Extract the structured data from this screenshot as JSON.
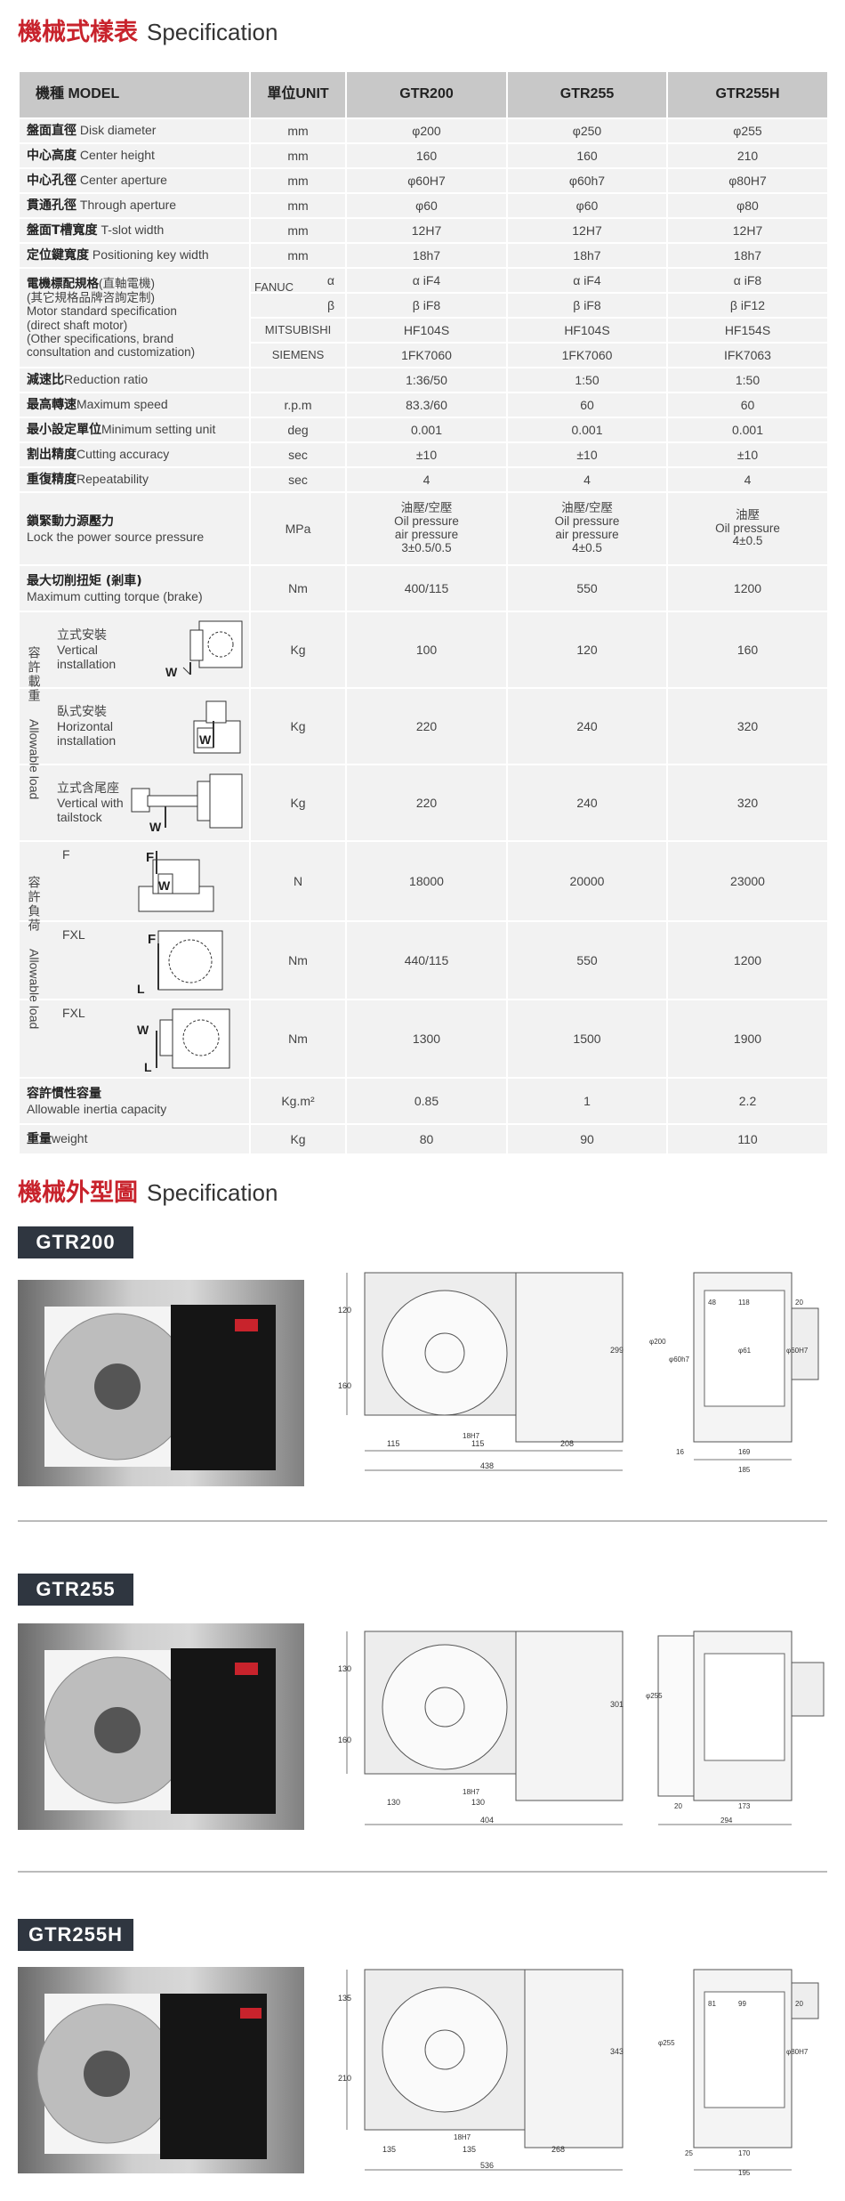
{
  "spec": {
    "title_zh": "機械式樣表",
    "title_en": "Specification",
    "headers": {
      "model_zh": "機種",
      "model_en": "MODEL",
      "unit": "單位UNIT",
      "m1": "GTR200",
      "m2": "GTR255",
      "m3": "GTR255H"
    },
    "rows": [
      {
        "zh": "盤面直徑",
        "en": "Disk diameter",
        "unit": "mm",
        "v1": "φ200",
        "v2": "φ250",
        "v3": "φ255"
      },
      {
        "zh": "中心高度",
        "en": "Center height",
        "unit": "mm",
        "v1": "160",
        "v2": "160",
        "v3": "210"
      },
      {
        "zh": "中心孔徑",
        "en": "Center aperture",
        "unit": "mm",
        "v1": "φ60H7",
        "v2": "φ60h7",
        "v3": "φ80H7"
      },
      {
        "zh": "貫通孔徑",
        "en": "Through aperture",
        "unit": "mm",
        "v1": "φ60",
        "v2": "φ60",
        "v3": "φ80"
      },
      {
        "zh": "盤面T槽寬度",
        "en": "T-slot width",
        "unit": "mm",
        "v1": "12H7",
        "v2": "12H7",
        "v3": "12H7"
      },
      {
        "zh": "定位鍵寬度",
        "en": "Positioning key width",
        "unit": "mm",
        "v1": "18h7",
        "v2": "18h7",
        "v3": "18h7"
      }
    ],
    "motor": {
      "zh1": "電機標配規格",
      "zh1b": "(直軸電機)",
      "zh2": "(其它規格品牌咨詢定制)",
      "en1": "Motor standard specification",
      "en2": "(direct shaft motor)",
      "en3": "(Other specifications, brand",
      "en4": "consultation and customization)",
      "fanuc": "FANUC",
      "alpha": "α",
      "beta": "β",
      "fanuc_a": [
        "α iF4",
        "α iF4",
        "α iF8"
      ],
      "fanuc_b": [
        "β iF8",
        "β iF8",
        "β iF12"
      ],
      "mitsubishi": "MITSUBISHI",
      "mitsubishi_v": [
        "HF104S",
        "HF104S",
        "HF154S"
      ],
      "siemens": "SIEMENS",
      "siemens_v": [
        "1FK7060",
        "1FK7060",
        "IFK7063"
      ]
    },
    "rows2": [
      {
        "zh": "減速比",
        "en": "Reduction ratio",
        "unit": "",
        "v1": "1:36/50",
        "v2": "1:50",
        "v3": "1:50"
      },
      {
        "zh": "最高轉速",
        "en": "Maximum speed",
        "unit": "r.p.m",
        "v1": "83.3/60",
        "v2": "60",
        "v3": "60"
      },
      {
        "zh": "最小設定單位",
        "en": "Minimum setting unit",
        "unit": "deg",
        "v1": "0.001",
        "v2": "0.001",
        "v3": "0.001"
      },
      {
        "zh": "割出精度",
        "en": "Cutting accuracy",
        "unit": "sec",
        "v1": "±10",
        "v2": "±10",
        "v3": "±10"
      },
      {
        "zh": "重復精度",
        "en": "Repeatability",
        "unit": "sec",
        "v1": "4",
        "v2": "4",
        "v3": "4"
      }
    ],
    "lock": {
      "zh": "鎖緊動力源壓力",
      "en": "Lock the power source pressure",
      "unit": "MPa",
      "v1": [
        "油壓/空壓",
        "Oil pressure",
        "air pressure",
        "3±0.5/0.5"
      ],
      "v2": [
        "油壓/空壓",
        "Oil pressure",
        "air pressure",
        "4±0.5"
      ],
      "v3": [
        "油壓",
        "Oil pressure",
        "4±0.5"
      ]
    },
    "torque": {
      "zh": "最大切削扭矩 (剎車)",
      "en": "Maximum cutting torque (brake)",
      "unit": "Nm",
      "v1": "400/115",
      "v2": "550",
      "v3": "1200"
    },
    "allow_load": {
      "zh": "容許載重",
      "en": "Allowable load",
      "rows": [
        {
          "zh": "立式安裝",
          "en1": "Vertical",
          "en2": "installation",
          "unit": "Kg",
          "v1": "100",
          "v2": "120",
          "v3": "160"
        },
        {
          "zh": "臥式安裝",
          "en1": "Horizontal",
          "en2": "installation",
          "unit": "Kg",
          "v1": "220",
          "v2": "240",
          "v3": "320"
        },
        {
          "zh": "立式含尾座",
          "en1": "Vertical with",
          "en2": "tailstock",
          "unit": "Kg",
          "v1": "220",
          "v2": "240",
          "v3": "320"
        }
      ]
    },
    "allow_force": {
      "zh": "容許負荷",
      "en": "Allowable load",
      "rows": [
        {
          "label": "F",
          "unit": "N",
          "v1": "18000",
          "v2": "20000",
          "v3": "23000"
        },
        {
          "label": "FXL",
          "unit": "Nm",
          "v1": "440/115",
          "v2": "550",
          "v3": "1200"
        },
        {
          "label": "FXL",
          "unit": "Nm",
          "v1": "1300",
          "v2": "1500",
          "v3": "1900"
        }
      ]
    },
    "inertia": {
      "zh": "容許慣性容量",
      "en": "Allowable inertia capacity",
      "unit": "Kg.m²",
      "v1": "0.85",
      "v2": "1",
      "v3": "2.2"
    },
    "weight": {
      "zh": "重量",
      "en": "weight",
      "unit": "Kg",
      "v1": "80",
      "v2": "90",
      "v3": "110"
    }
  },
  "outline": {
    "title_zh": "機械外型圖",
    "title_en": "Specification",
    "models": [
      {
        "name": "GTR200",
        "dims_front": [
          "120",
          "160",
          "115",
          "115",
          "208",
          "438",
          "18H7",
          "299"
        ],
        "dims_side": [
          "48",
          "118",
          "20",
          "φ200",
          "φ60h7",
          "φ61",
          "φ60H7",
          "16",
          "169",
          "185"
        ]
      },
      {
        "name": "GTR255",
        "dims_front": [
          "130",
          "160",
          "130",
          "130",
          "18H7",
          "404",
          "301"
        ],
        "dims_side": [
          "φ255",
          "173",
          "294",
          "20"
        ]
      },
      {
        "name": "GTR255H",
        "dims_front": [
          "135",
          "210",
          "135",
          "135",
          "18H7",
          "268",
          "536",
          "343"
        ],
        "dims_side": [
          "81",
          "99",
          "20",
          "φ255",
          "φ80H7",
          "25",
          "170",
          "195"
        ]
      }
    ]
  }
}
